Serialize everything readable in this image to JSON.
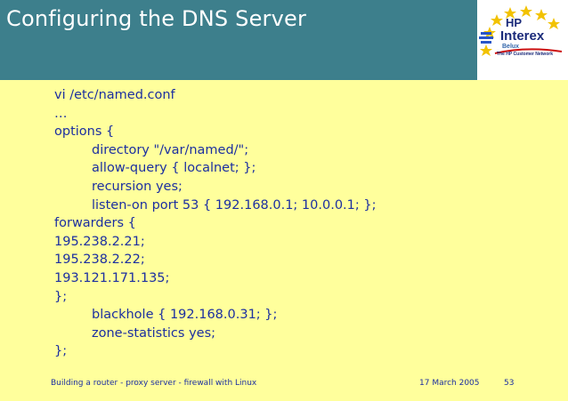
{
  "slide": {
    "title": "Configuring the DNS Server",
    "logo": {
      "brand_top": "HP",
      "brand_main": "Interex",
      "brand_sub": "Belux",
      "tagline": "The HP Customer Network"
    },
    "code_lines": [
      {
        "text": "vi /etc/named.conf",
        "indent": false
      },
      {
        "text": "…",
        "indent": false
      },
      {
        "text": "options {",
        "indent": false
      },
      {
        "text": "directory \"/var/named/\";",
        "indent": true
      },
      {
        "text": "allow-query { localnet; };",
        "indent": true
      },
      {
        "text": "recursion yes;",
        "indent": true
      },
      {
        "text": "listen-on port 53 { 192.168.0.1; 10.0.0.1; };",
        "indent": true
      },
      {
        "text": "forwarders {",
        "indent": false
      },
      {
        "text": "195.238.2.21;",
        "indent": false
      },
      {
        "text": "195.238.2.22;",
        "indent": false
      },
      {
        "text": "193.121.171.135;",
        "indent": false
      },
      {
        "text": "};",
        "indent": false
      },
      {
        "text": "blackhole { 192.168.0.31; };",
        "indent": true
      },
      {
        "text": "zone-statistics yes;",
        "indent": true
      },
      {
        "text": "};",
        "indent": false
      }
    ],
    "footer": {
      "left": "Building a router - proxy server - firewall with Linux",
      "date": "17 March 2005",
      "page": "53"
    },
    "colors": {
      "background": "#ffff9c",
      "title_bar": "#3d7f8c",
      "text": "#1c2fa0"
    }
  }
}
